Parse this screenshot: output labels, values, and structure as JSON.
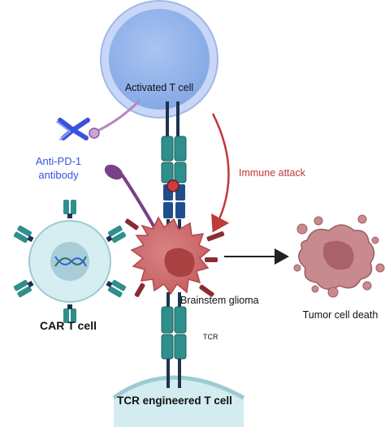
{
  "labels": {
    "activated_t_cell": "Activated T cell",
    "anti_pd1_line1": "Anti-PD-1",
    "anti_pd1_line2": "antibody",
    "immune_attack": "Immune attack",
    "brainstem_glioma": "Brainstem glioma",
    "car_t_cell": "CAR T cell",
    "tcr": "TCR",
    "tcr_engineered": "TCR engineered T cell",
    "tumor_cell_death": "Tumor cell death"
  },
  "colors": {
    "t_cell_fill": "#8fb3ec",
    "t_cell_ring": "#c7d7f5",
    "receptor_teal": "#2e8f8c",
    "receptor_dark_blue": "#1f4e8c",
    "antibody_blue": "#3a52e0",
    "antibody_text": "#3a52e0",
    "pd1_purple": "#7a3f86",
    "glioma_fill": "#cf6f70",
    "glioma_nucleus": "#a84142",
    "glioma_spike": "#8a2d30",
    "immune_attack": "#c0393b",
    "car_cell_fill": "#d6eef1",
    "car_nucleus": "#a8cdd8",
    "tumor_death_fill": "#c98a8f",
    "tumor_death_inner": "#a86268",
    "tcr_cell_fill": "#d3ecef"
  },
  "icons": [
    "antibody-icon",
    "dna-icon",
    "arrow-right-icon",
    "immune-attack-arrow-icon"
  ]
}
